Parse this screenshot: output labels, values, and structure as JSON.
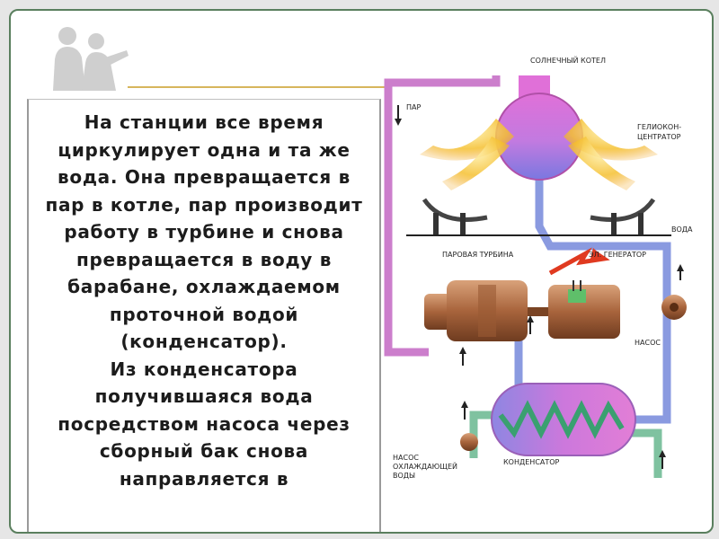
{
  "text_block": {
    "paragraph_1": "На станции все время циркулирует одна и та же вода. Она превращается в пар в котле, пар производит работу в турбине и снова превращается в воду в барабане, охлаждаемом проточной водой (конденсатор).",
    "paragraph_2": "Из конденсатора получившаяся вода посредством насоса через сборный бак снова направляется в"
  },
  "diagram": {
    "labels": {
      "solar_boiler": "СОЛНЕЧНЫЙ КОТЕЛ",
      "steam": "ПАР",
      "concentrator_1": "ГЕЛИОКОН-",
      "concentrator_2": "ЦЕНТРАТОР",
      "water": "ВОДА",
      "steam_turbine": "ПАРОВАЯ ТУРБИНА",
      "generator": "ЭЛ. ГЕНЕРАТОР",
      "pump": "НАСОС",
      "cooling_pump_1": "НАСОС",
      "cooling_pump_2": "ОХЛАЖДАЮЩЕЙ",
      "cooling_pump_3": "ВОДЫ",
      "condenser": "КОНДЕНСАТОР"
    },
    "colors": {
      "steam_pipe": "#d98ad8",
      "water_pipe": "#8a9ae0",
      "cooling_pipe": "#7fc2a0",
      "boiler_top": "#e070d8",
      "boiler_bottom": "#7a78e0",
      "flame": "#f5c030",
      "machine": "#b8744a",
      "accent_arrow": "#e03a20"
    }
  }
}
